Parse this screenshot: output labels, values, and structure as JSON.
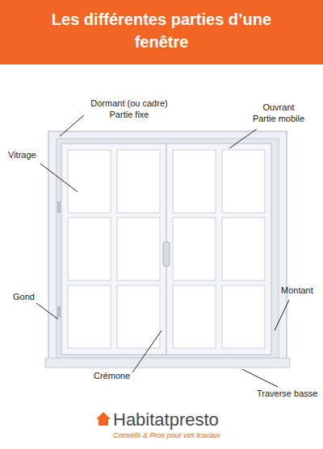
{
  "diagram": {
    "title": "Les différentes parties d’une fenêtre",
    "labels": [
      "Dormant (ou cadre)",
      "Partie fixe",
      "Ouvrant",
      "Partie mobile",
      "Vitrage",
      "Gond",
      "Montant",
      "Crémone",
      "Traverse basse",
      "Habitatpresto",
      "Conseils & Pros pour vos travaux"
    ]
  }
}
